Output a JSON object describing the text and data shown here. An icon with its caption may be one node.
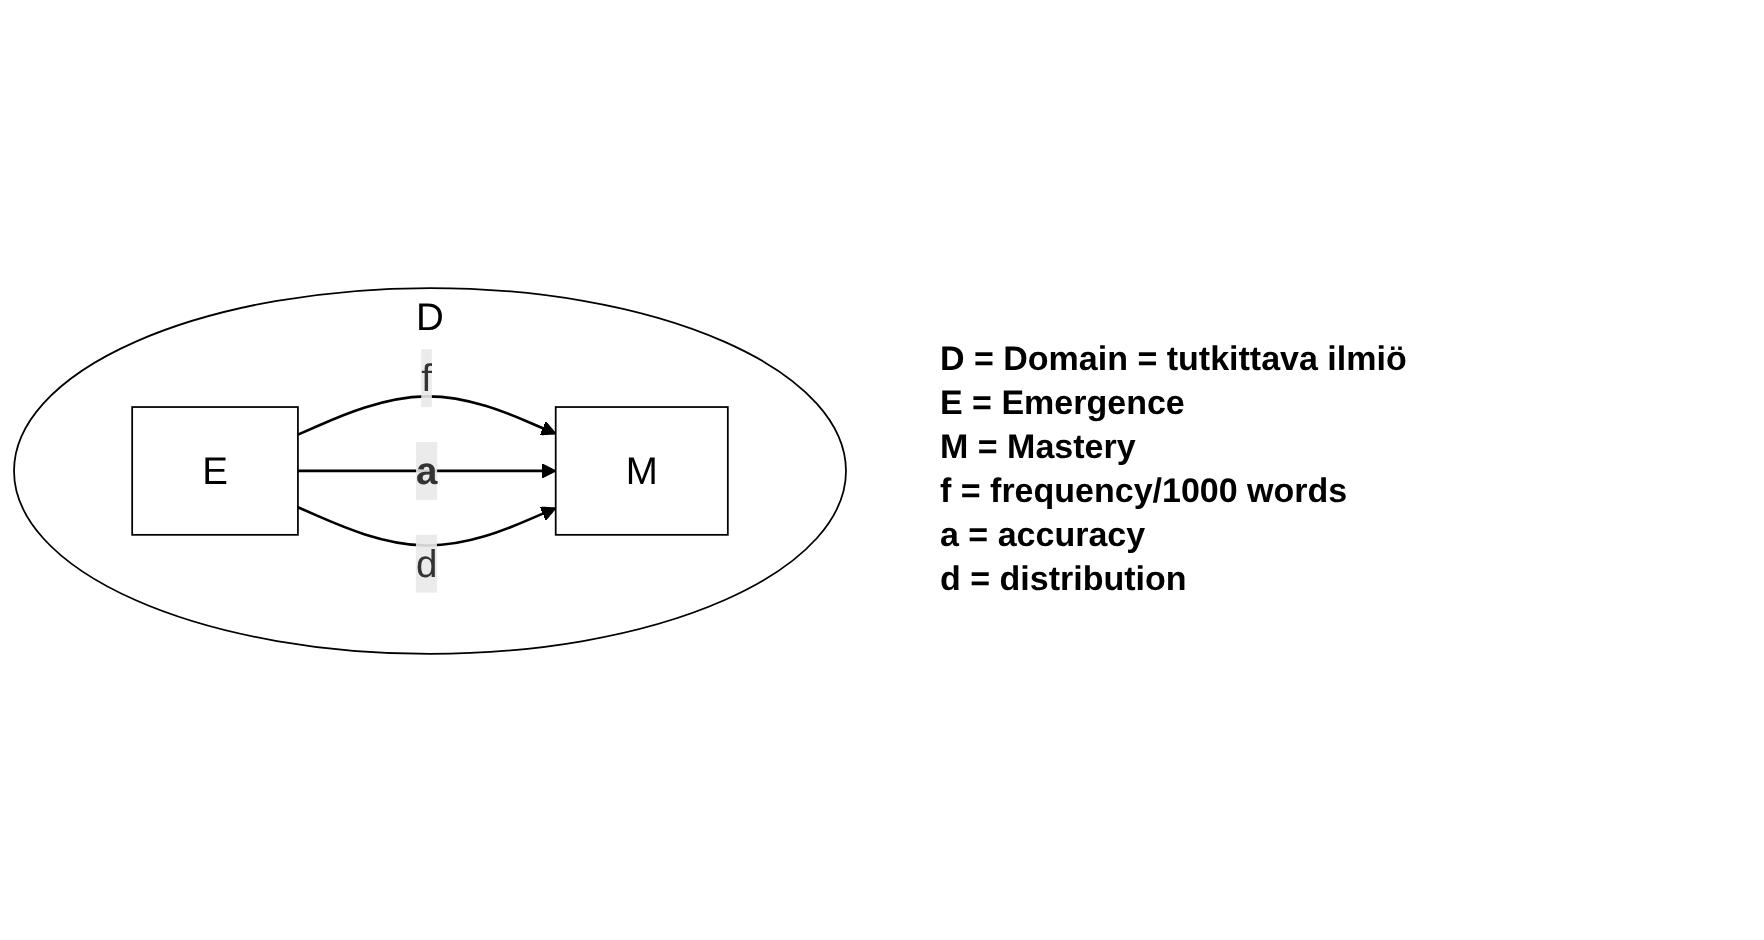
{
  "diagram": {
    "nodes": [
      {
        "text": [
          "D"
        ]
      },
      {
        "text": [
          "E"
        ],
        "in": 0
      },
      {
        "text": [
          "M"
        ],
        "in": 0
      }
    ],
    "edges": [
      {
        "from": 1,
        "to": 2,
        "arrow": "to",
        "label": "f"
      },
      {
        "from": 1,
        "to": 2,
        "arrow": "to",
        "label": "a"
      },
      {
        "from": 1,
        "to": 2,
        "arrow": "to",
        "label": "d"
      }
    ],
    "labels": [
      "D = Domain = tutkittava ilmiö",
      "E = Emergence",
      "M = Mastery",
      "f = frequency/1000 words",
      "a = accuracy",
      "d = distribution"
    ]
  }
}
